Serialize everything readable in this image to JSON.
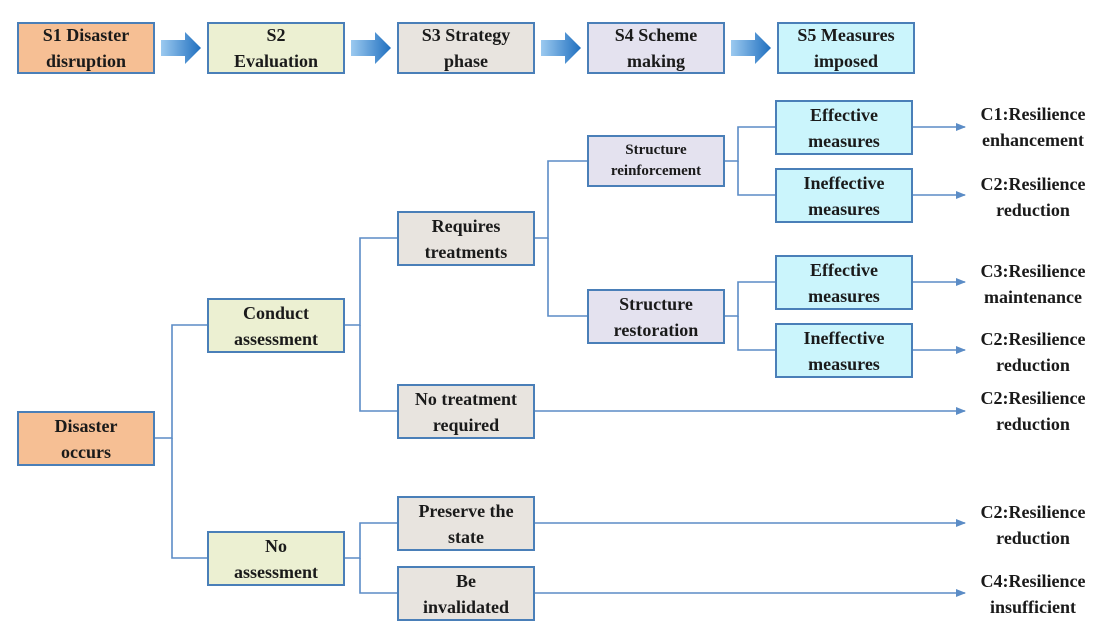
{
  "colors": {
    "border": "#4a7fb8",
    "connector": "#5b8cc6",
    "stage_arrow": "#2f7fc8",
    "orange": "#f6bf94",
    "green": "#ecf0d2",
    "gray": "#e8e4df",
    "lavender": "#e4e2ef",
    "cyan": "#cbf5fc"
  },
  "stages": [
    {
      "label": "S1 Disaster\ndisruption"
    },
    {
      "label": "S2\nEvaluation"
    },
    {
      "label": "S3 Strategy\nphase"
    },
    {
      "label": "S4 Scheme\nmaking"
    },
    {
      "label": "S5 Measures\nimposed"
    }
  ],
  "nodes": {
    "disaster_occurs": "Disaster\noccurs",
    "conduct_assessment": "Conduct\nassessment",
    "no_assessment": "No\nassessment",
    "requires_treatments": "Requires\ntreatments",
    "no_treatment_required": "No treatment\nrequired",
    "preserve_the_state": "Preserve the\nstate",
    "be_invalidated": "Be\ninvalidated",
    "structure_reinforcement": "Structure\nreinforcement",
    "structure_restoration": "Structure\nrestoration",
    "effective_measures_1": "Effective\nmeasures",
    "ineffective_measures_1": "Ineffective\nmeasures",
    "effective_measures_2": "Effective\nmeasures",
    "ineffective_measures_2": "Ineffective\nmeasures"
  },
  "outcomes": {
    "c1": "C1:Resilience\nenhancement",
    "c2_a": "C2:Resilience\nreduction",
    "c3": "C3:Resilience\nmaintenance",
    "c2_b": "C2:Resilience\nreduction",
    "c2_c": "C2:Resilience\nreduction",
    "c2_d": "C2:Resilience\nreduction",
    "c4": "C4:Resilience\ninsufficient"
  }
}
